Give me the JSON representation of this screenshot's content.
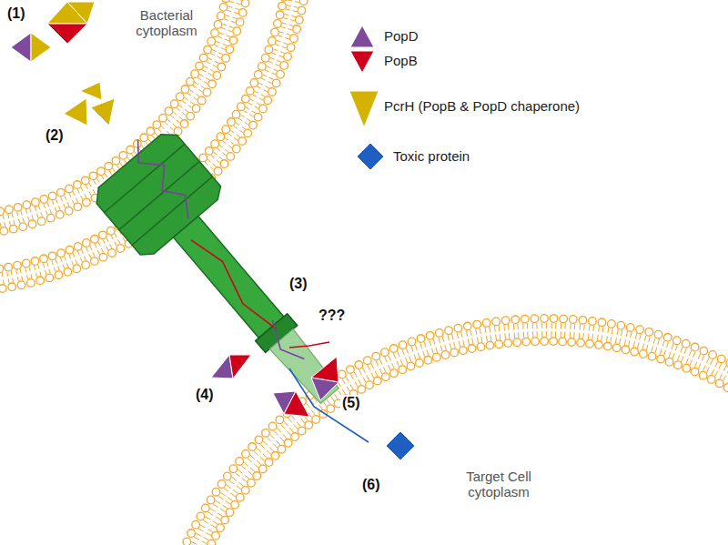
{
  "diagram": {
    "labels": [
      "(1)",
      "Bacterial cytoplasm",
      "(2)",
      "(3)",
      "???",
      "(4)",
      "(5)",
      "(6)",
      "Target Cell cytoplasm"
    ],
    "legend": [
      {
        "text": "PopD",
        "color": "#7E4A9C"
      },
      {
        "text": "PopB",
        "color": "#D0021B"
      },
      {
        "text": "PcrH (PopB & PopD chaperone)",
        "color": "#D4B300"
      },
      {
        "text": "Toxic protein",
        "color": "#1F5FC4"
      }
    ]
  }
}
